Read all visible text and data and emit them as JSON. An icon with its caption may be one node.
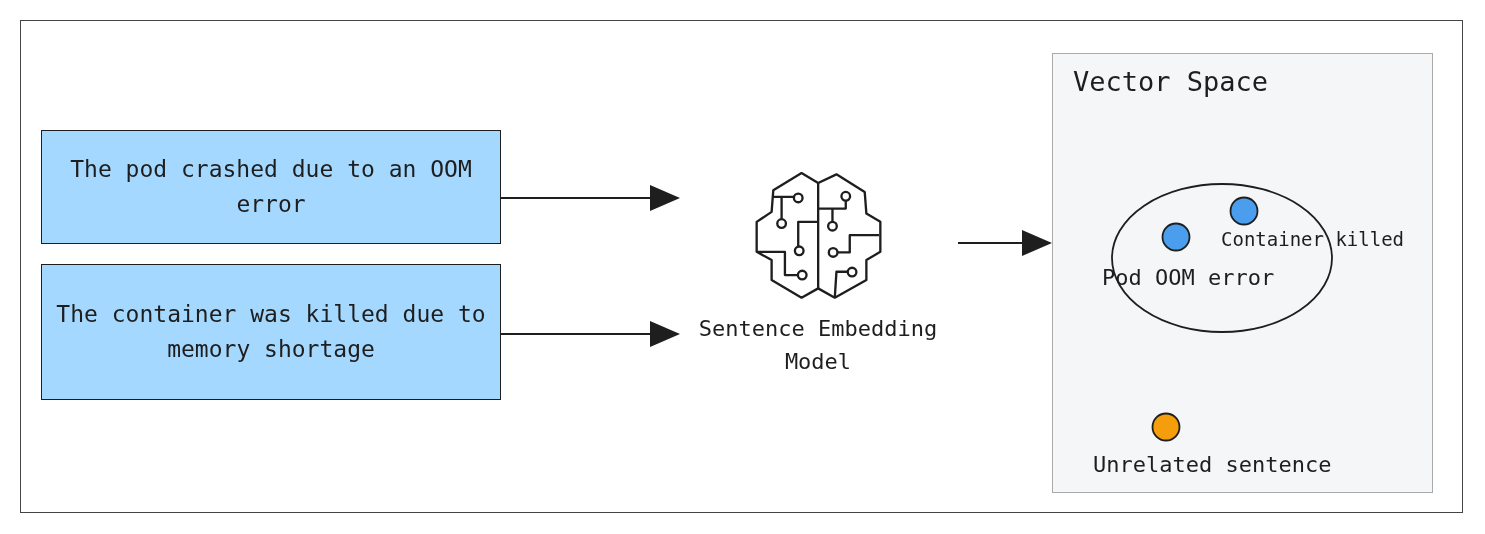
{
  "diagram": {
    "nodes": [
      {
        "text": [
          "The pod crashed due to an OOM error"
        ]
      },
      {
        "text": [
          "The container was killed due to memory shortage"
        ]
      },
      {
        "text": [
          "Sentence Embedding Model"
        ]
      },
      {
        "text": [
          "Vector Space"
        ]
      }
    ],
    "edges": [
      {
        "from": 0,
        "to": 2,
        "arrow": "to"
      },
      {
        "from": 1,
        "to": 2,
        "arrow": "to"
      },
      {
        "from": 2,
        "to": 3,
        "arrow": "to"
      }
    ],
    "labels": [
      "Container killed",
      "Pod OOM error",
      "Unrelated sentence"
    ]
  }
}
